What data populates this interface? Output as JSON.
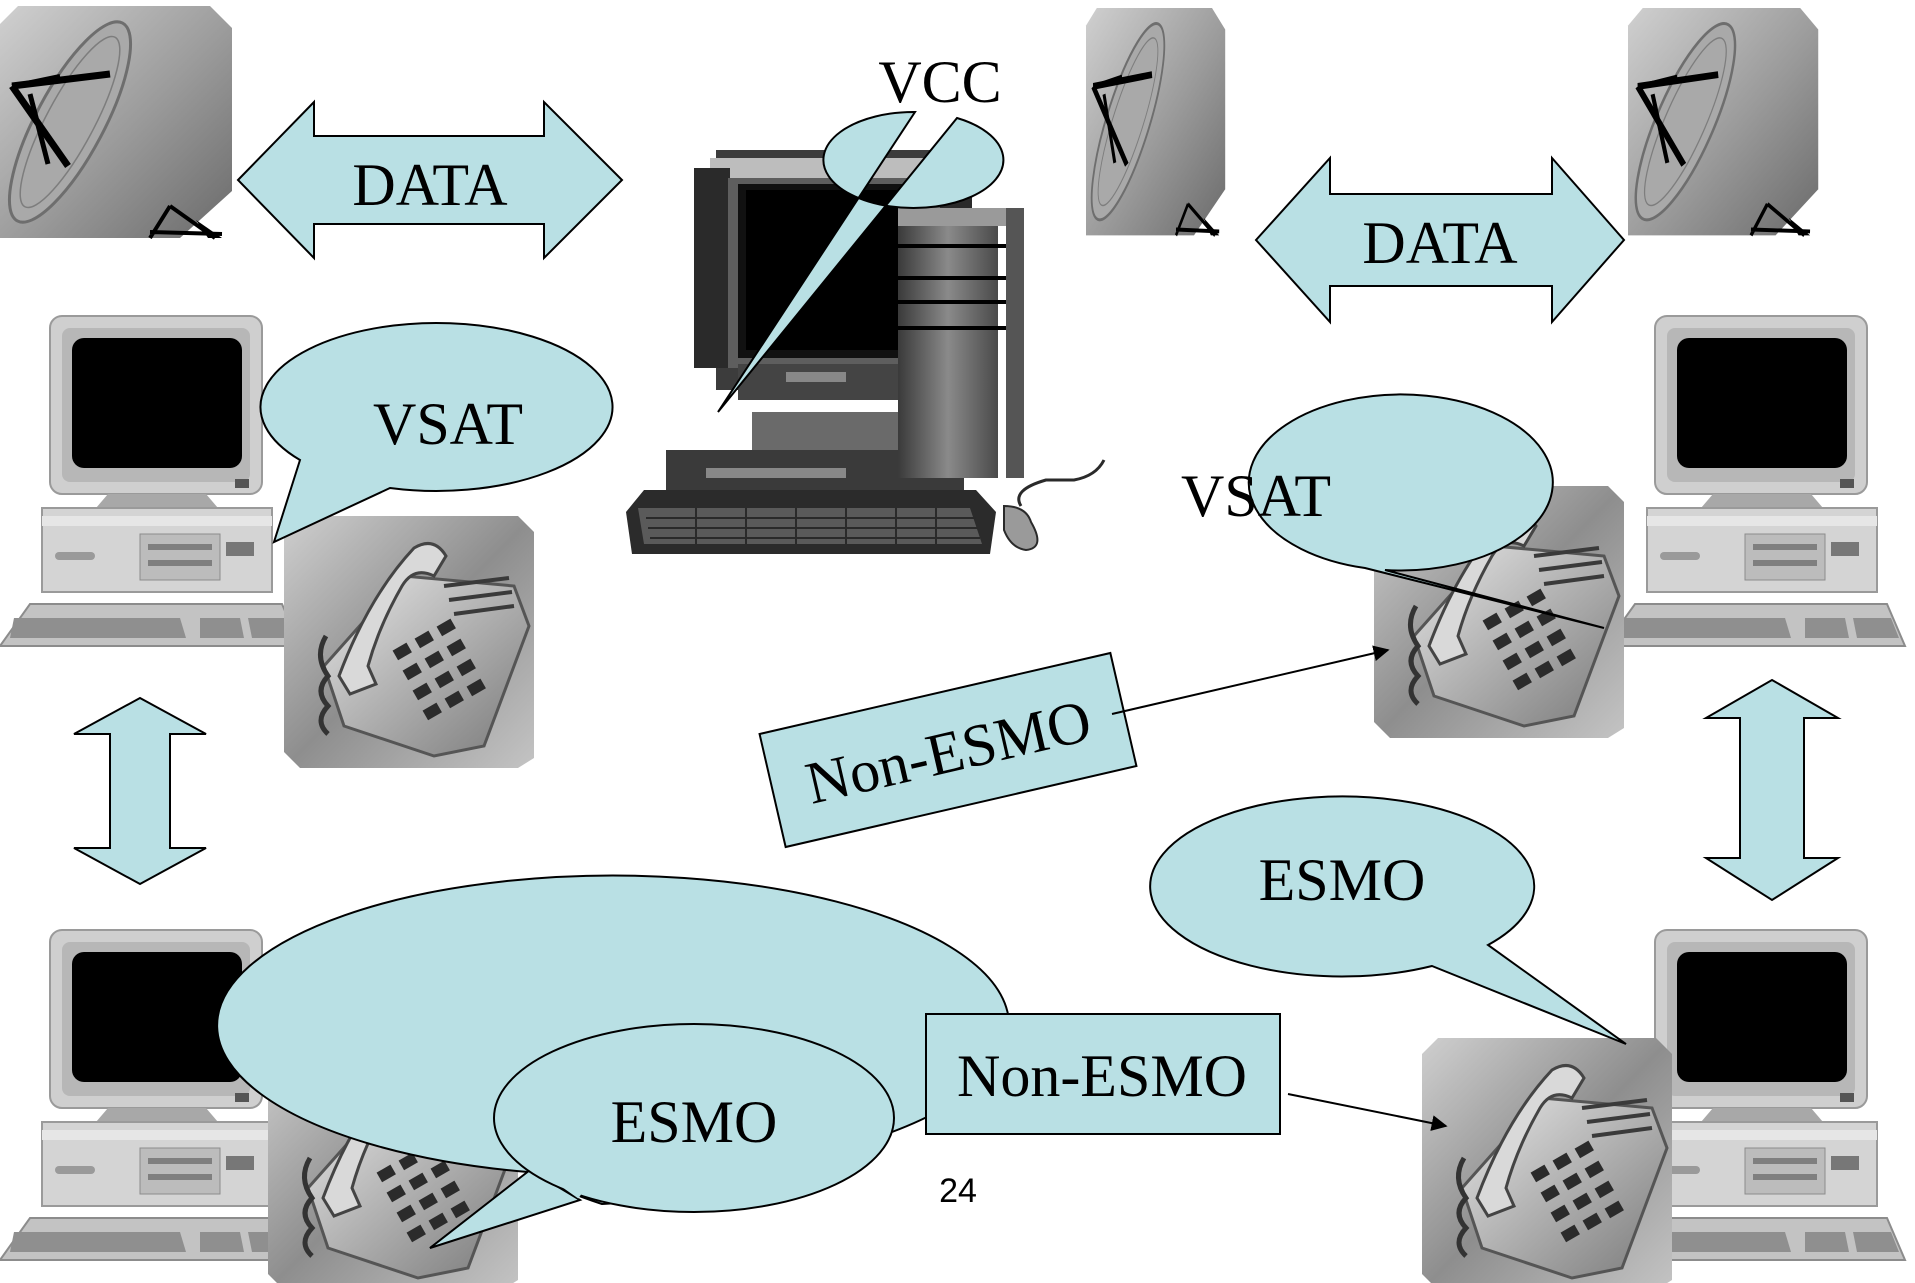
{
  "slide": {
    "page_number": "24",
    "accent_fill": "#b9e0e4",
    "outline": "#000000"
  },
  "labels": {
    "data_left": "DATA",
    "data_right": "DATA",
    "vcc": "VCC",
    "vsat_left": "VSAT",
    "vsat_right": "VSAT",
    "esmo_bottom": "ESMO",
    "esmo_right": "ESMO",
    "non_esmo_rotated": "Non-ESMO",
    "non_esmo_bottom": "Non-ESMO"
  },
  "icons": {
    "dish": "satellite-dish-icon",
    "pc": "desktop-computer-icon",
    "phone": "telephone-icon",
    "workstation": "ibm-workstation-icon"
  }
}
